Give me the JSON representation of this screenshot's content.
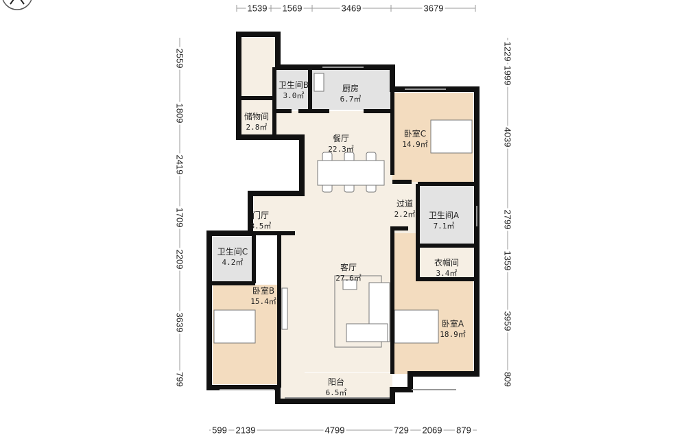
{
  "rooms": [
    {
      "name": "卫生间B",
      "area": "3.0㎡"
    },
    {
      "name": "厨房",
      "area": "6.7㎡"
    },
    {
      "name": "储物间",
      "area": "2.8㎡"
    },
    {
      "name": "餐厅",
      "area": "22.3㎡"
    },
    {
      "name": "卧室C",
      "area": "14.9㎡"
    },
    {
      "name": "过道",
      "area": "2.2㎡"
    },
    {
      "name": "卫生间A",
      "area": "7.1㎡"
    },
    {
      "name": "门厅",
      "area": "3.5㎡"
    },
    {
      "name": "卫生间C",
      "area": "4.2㎡"
    },
    {
      "name": "客厅",
      "area": "27.6㎡"
    },
    {
      "name": "衣帽间",
      "area": "3.4㎡"
    },
    {
      "name": "卧室B",
      "area": "15.4㎡"
    },
    {
      "name": "卧室A",
      "area": "18.9㎡"
    },
    {
      "name": "阳台",
      "area": "6.5㎡"
    }
  ],
  "dimensions": {
    "top": [
      "1539",
      "1569",
      "3469",
      "3679"
    ],
    "bottom": [
      "599",
      "2139",
      "4799",
      "729",
      "2069",
      "879"
    ],
    "left": [
      "2559",
      "1809",
      "2419",
      "1709",
      "2209",
      "3639",
      "799"
    ],
    "right": [
      "1229",
      "1999",
      "4039",
      "2799",
      "1359",
      "3959",
      "809"
    ]
  },
  "icons": {
    "compass": "compass-icon"
  },
  "colors": {
    "wall": "#111111",
    "bedroom": "#f3dcbf",
    "living": "#f6efe4",
    "bath": "#e3e3e3"
  }
}
